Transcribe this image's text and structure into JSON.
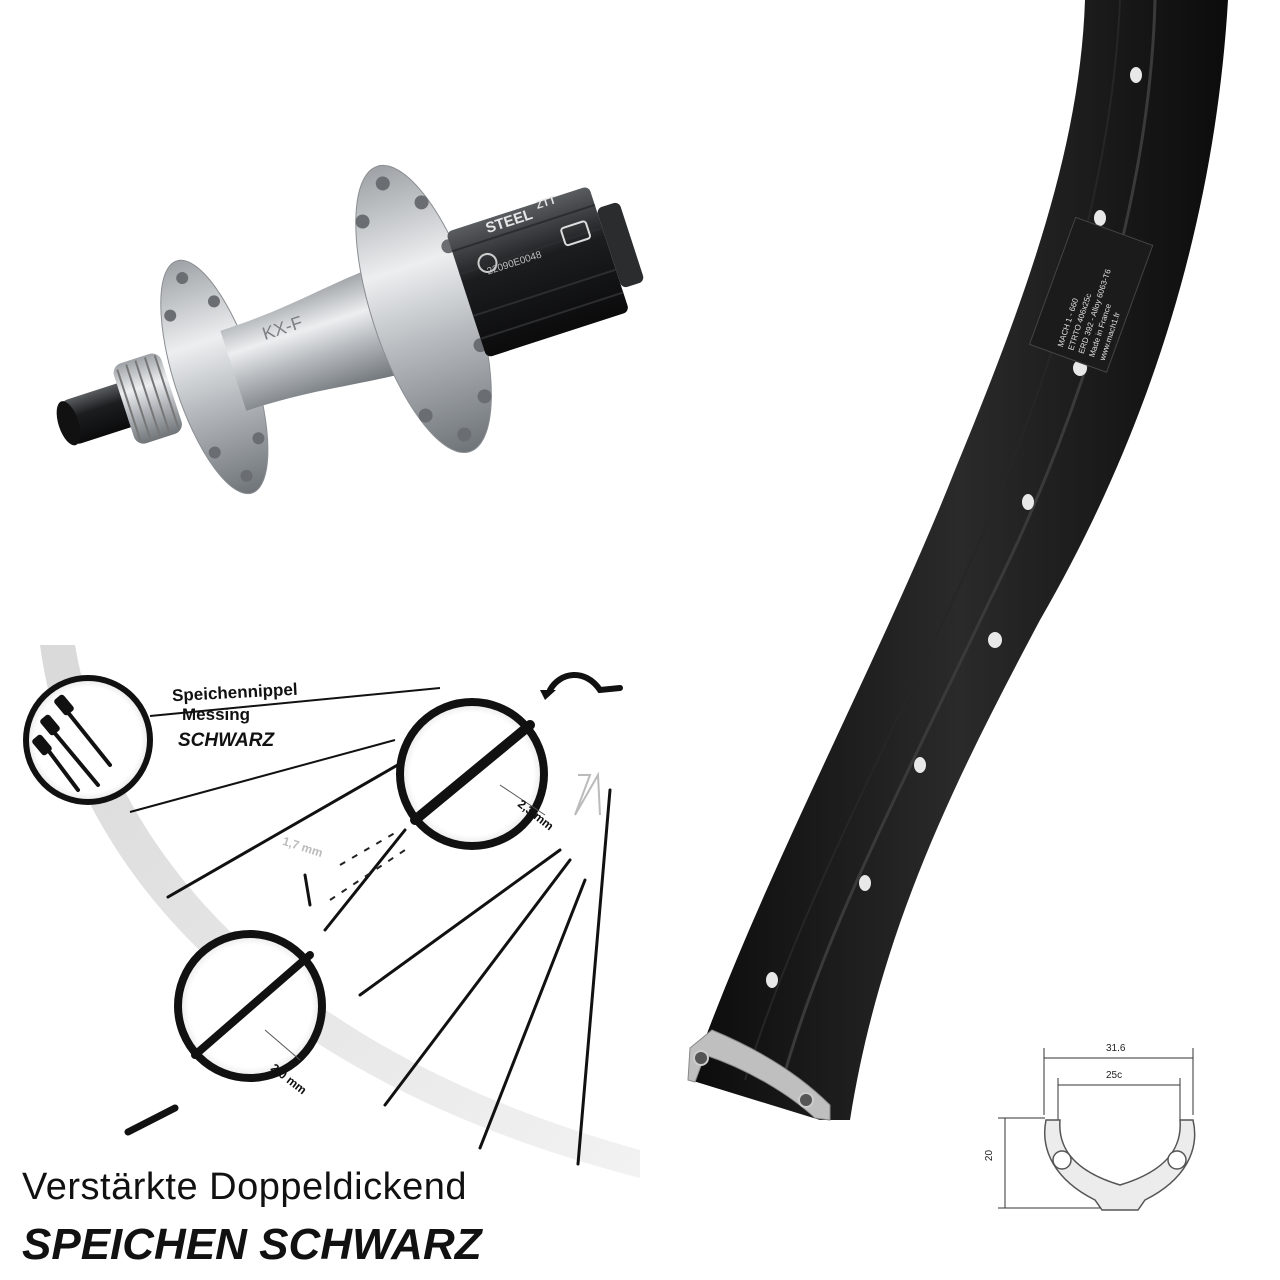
{
  "hub": {
    "brand_text": "STEEL",
    "badge_text": "ZTT",
    "serial": "22090E0048",
    "model": "KX-F"
  },
  "rim_label": {
    "lines": [
      "MACH 1 - 660",
      "ETRTO 406x25c",
      "ERD 392 - Alloy 6063-T6",
      "Made in France",
      "www.mach1.fr"
    ]
  },
  "nipple": {
    "line1": "Speichennippel",
    "line2": "Messing",
    "line3": "SCHWARZ"
  },
  "spoke_dims": {
    "d1": "2,3 mm",
    "d2": "2,0 mm",
    "d3": "1,7 mm"
  },
  "rim_profile": {
    "outer_width": "31.6",
    "inner_width": "25c",
    "height": "20"
  },
  "caption": {
    "line1": "Verstärkte Doppeldickend",
    "line2": "SPEICHEN SCHWARZ"
  },
  "colors": {
    "rim": "#151515",
    "spoke": "#111111",
    "hub_silver": "#c9cbcd",
    "arc_grey": "#e6e6e6"
  }
}
